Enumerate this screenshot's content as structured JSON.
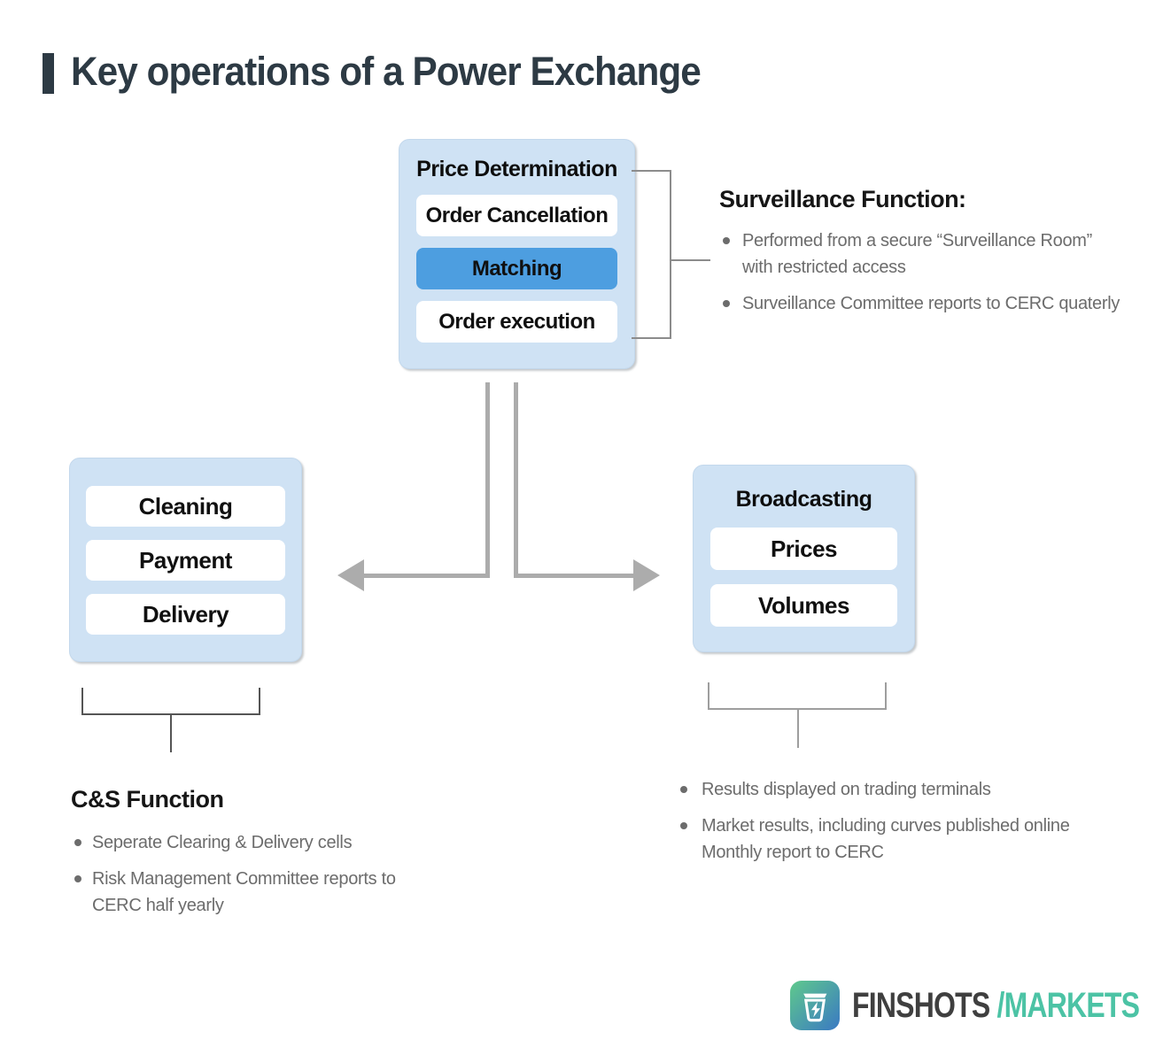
{
  "title": "Key operations of a Power Exchange",
  "colors": {
    "title_dark": "#2d3a44",
    "panel_blue": "#cfe2f4",
    "highlight_blue": "#4d9ee0",
    "arrow_gray": "#acacac",
    "bullet_gray": "#6c6c6c",
    "logo_dark": "#3f3f3f",
    "logo_teal": "#4cc3a5"
  },
  "price_box": {
    "title": "Price Determination",
    "rows": [
      {
        "label": "Order Cancellation",
        "highlighted": false
      },
      {
        "label": "Matching",
        "highlighted": true
      },
      {
        "label": "Order execution",
        "highlighted": false
      }
    ]
  },
  "surveillance": {
    "heading": "Surveillance Function:",
    "bullets": [
      [
        "Performed from a secure “Surveillance Room”",
        "with restricted access"
      ],
      [
        "Surveillance Committee reports to CERC quaterly"
      ]
    ]
  },
  "clearing_box": {
    "rows": [
      "Cleaning",
      "Payment",
      "Delivery"
    ]
  },
  "cs_function": {
    "heading": "C&S Function",
    "bullets": [
      [
        "Seperate Clearing & Delivery cells"
      ],
      [
        "Risk Management Committee reports to",
        "CERC half yearly"
      ]
    ]
  },
  "broadcasting_box": {
    "title": "Broadcasting",
    "rows": [
      "Prices",
      "Volumes"
    ]
  },
  "broadcasting_notes": {
    "bullets": [
      [
        "Results displayed on trading terminals"
      ],
      [
        "Market results, including curves published online",
        "Monthly report to CERC"
      ]
    ]
  },
  "logo": {
    "brand": "FINSHOTS",
    "suffix": "/MARKETS",
    "icon": "finshots-cup-icon"
  }
}
